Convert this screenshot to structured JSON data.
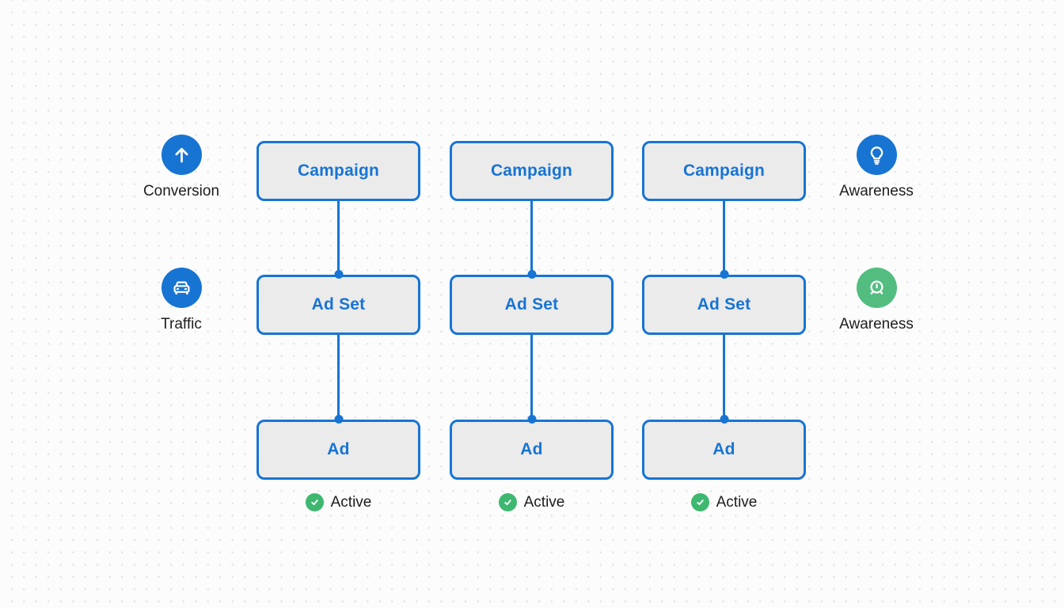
{
  "diagram": {
    "columns": [
      {
        "campaign": "Campaign",
        "ad_set": "Ad Set",
        "ad": "Ad",
        "status": "Active"
      },
      {
        "campaign": "Campaign",
        "ad_set": "Ad Set",
        "ad": "Ad",
        "status": "Active"
      },
      {
        "campaign": "Campaign",
        "ad_set": "Ad Set",
        "ad": "Ad",
        "status": "Active"
      }
    ],
    "side_labels": {
      "left": [
        {
          "label": "Conversion",
          "icon": "arrow-up-icon"
        },
        {
          "label": "Traffic",
          "icon": "car-icon"
        }
      ],
      "right": [
        {
          "label": "Awareness",
          "icon": "lightbulb-icon"
        },
        {
          "label": "Awareness",
          "icon": "alarm-clock-icon"
        }
      ]
    },
    "colors": {
      "accent_blue": "#1774d3",
      "node_fill": "#ebebeb",
      "icon_green": "#53bd80",
      "status_check_green": "#3eb870",
      "text_dark": "#1d1d1f",
      "background": "#fcfcfc",
      "grid_dot": "#e5e5e5"
    }
  }
}
